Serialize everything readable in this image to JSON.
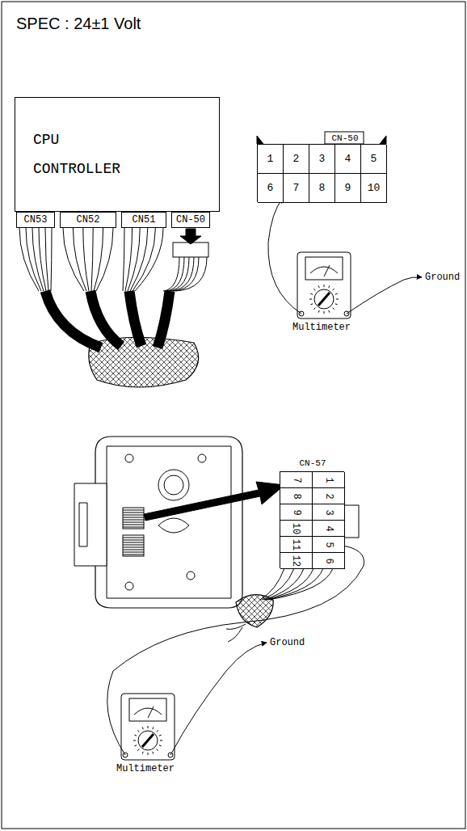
{
  "diagram": {
    "title": "SPEC : 24±1 Volt",
    "nodes": [
      {
        "text": [
          "CPU CONTROLLER"
        ]
      },
      {
        "text": [
          "CN53"
        ]
      },
      {
        "text": [
          "CN52"
        ]
      },
      {
        "text": [
          "CN51"
        ]
      },
      {
        "text": [
          "CN-50"
        ]
      },
      {
        "text": [
          "CN-50"
        ]
      },
      {
        "text": [
          "1"
        ],
        "in": 5
      },
      {
        "text": [
          "2"
        ],
        "in": 5
      },
      {
        "text": [
          "3"
        ],
        "in": 5
      },
      {
        "text": [
          "4"
        ],
        "in": 5
      },
      {
        "text": [
          "5"
        ],
        "in": 5
      },
      {
        "text": [
          "6"
        ],
        "in": 5
      },
      {
        "text": [
          "7"
        ],
        "in": 5
      },
      {
        "text": [
          "8"
        ],
        "in": 5
      },
      {
        "text": [
          "9"
        ],
        "in": 5
      },
      {
        "text": [
          "10"
        ],
        "in": 5
      },
      {
        "text": [
          "CN-57"
        ]
      },
      {
        "text": [
          "1"
        ],
        "in": 16
      },
      {
        "text": [
          "2"
        ],
        "in": 16
      },
      {
        "text": [
          "3"
        ],
        "in": 16
      },
      {
        "text": [
          "4"
        ],
        "in": 16
      },
      {
        "text": [
          "5"
        ],
        "in": 16
      },
      {
        "text": [
          "6"
        ],
        "in": 16
      },
      {
        "text": [
          "7"
        ],
        "in": 16
      },
      {
        "text": [
          "8"
        ],
        "in": 16
      },
      {
        "text": [
          "9"
        ],
        "in": 16
      },
      {
        "text": [
          "10"
        ],
        "in": 16
      },
      {
        "text": [
          "11"
        ],
        "in": 16
      },
      {
        "text": [
          "12"
        ],
        "in": 16
      }
    ],
    "labels": [
      "Ground",
      "Multimeter",
      "Ground",
      "Multimeter"
    ]
  }
}
